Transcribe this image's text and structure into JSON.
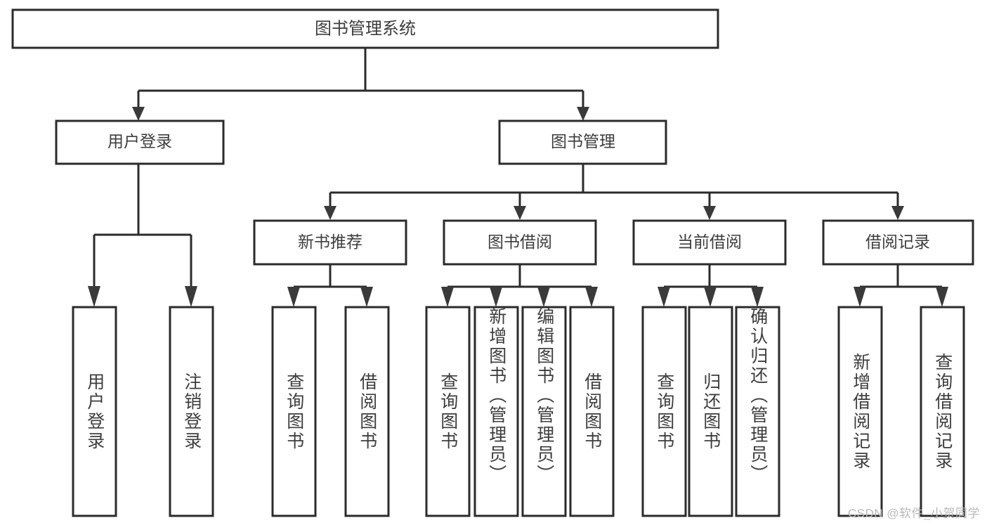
{
  "diagram": {
    "type": "tree",
    "title": "图书管理系统",
    "watermark": "CSDN @软件_小贺同学",
    "colors": {
      "box_stroke": "#2b2b2b",
      "box_fill": "#ffffff",
      "text": "#3d3d3d",
      "arrow": "#3a3a3a",
      "watermark": "#b9b9b9",
      "background": "#ffffff"
    },
    "root": {
      "label": "图书管理系统"
    },
    "level2": [
      {
        "label": "用户登录"
      },
      {
        "label": "图书管理"
      }
    ],
    "level3": [
      {
        "label": "新书推荐"
      },
      {
        "label": "图书借阅"
      },
      {
        "label": "当前借阅"
      },
      {
        "label": "借阅记录"
      }
    ],
    "leaves": {
      "user_login": [
        {
          "label": "用户登录"
        },
        {
          "label": "注销登录"
        }
      ],
      "new_book_recommend": [
        {
          "label": "查询图书"
        },
        {
          "label": "借阅图书"
        }
      ],
      "book_borrow": [
        {
          "label": "查询图书"
        },
        {
          "label": "新增图书（管理员）"
        },
        {
          "label": "编辑图书（管理员）"
        },
        {
          "label": "借阅图书"
        }
      ],
      "current_borrow": [
        {
          "label": "查询图书"
        },
        {
          "label": "归还图书"
        },
        {
          "label": "确认归还（管理员）"
        }
      ],
      "borrow_record": [
        {
          "label": "新增借阅记录"
        },
        {
          "label": "查询借阅记录"
        }
      ]
    }
  }
}
